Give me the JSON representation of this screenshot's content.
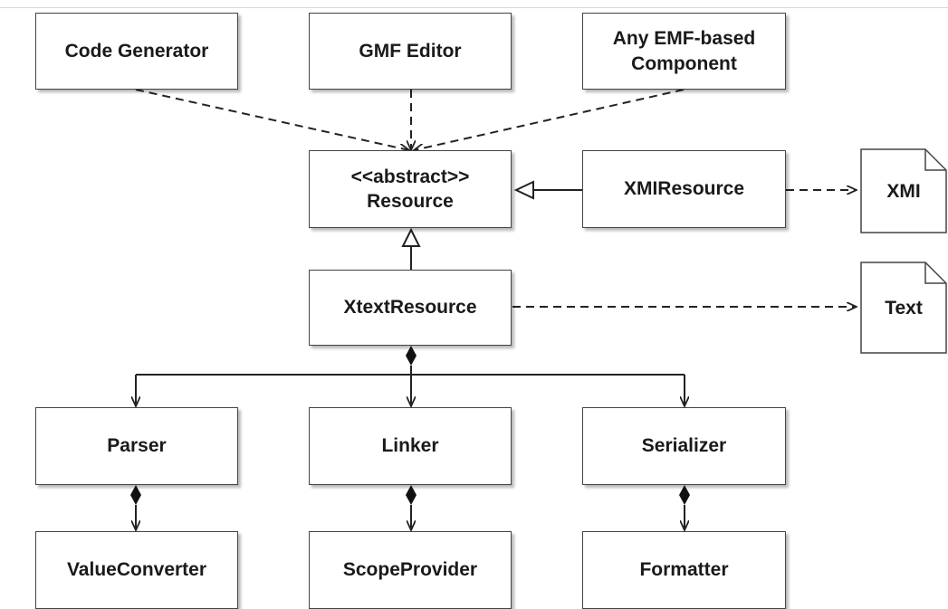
{
  "nodes": {
    "code_generator": "Code Generator",
    "gmf_editor": "GMF Editor",
    "any_emf": {
      "line1": "Any EMF-based",
      "line2": "Component"
    },
    "resource": {
      "line1": "<<abstract>>",
      "line2": "Resource"
    },
    "xmi_resource": "XMIResource",
    "xtext_resource": "XtextResource",
    "parser": "Parser",
    "linker": "Linker",
    "serializer": "Serializer",
    "value_converter": "ValueConverter",
    "scope_provider": "ScopeProvider",
    "formatter": "Formatter"
  },
  "documents": {
    "xmi": "XMI",
    "text": "Text"
  }
}
